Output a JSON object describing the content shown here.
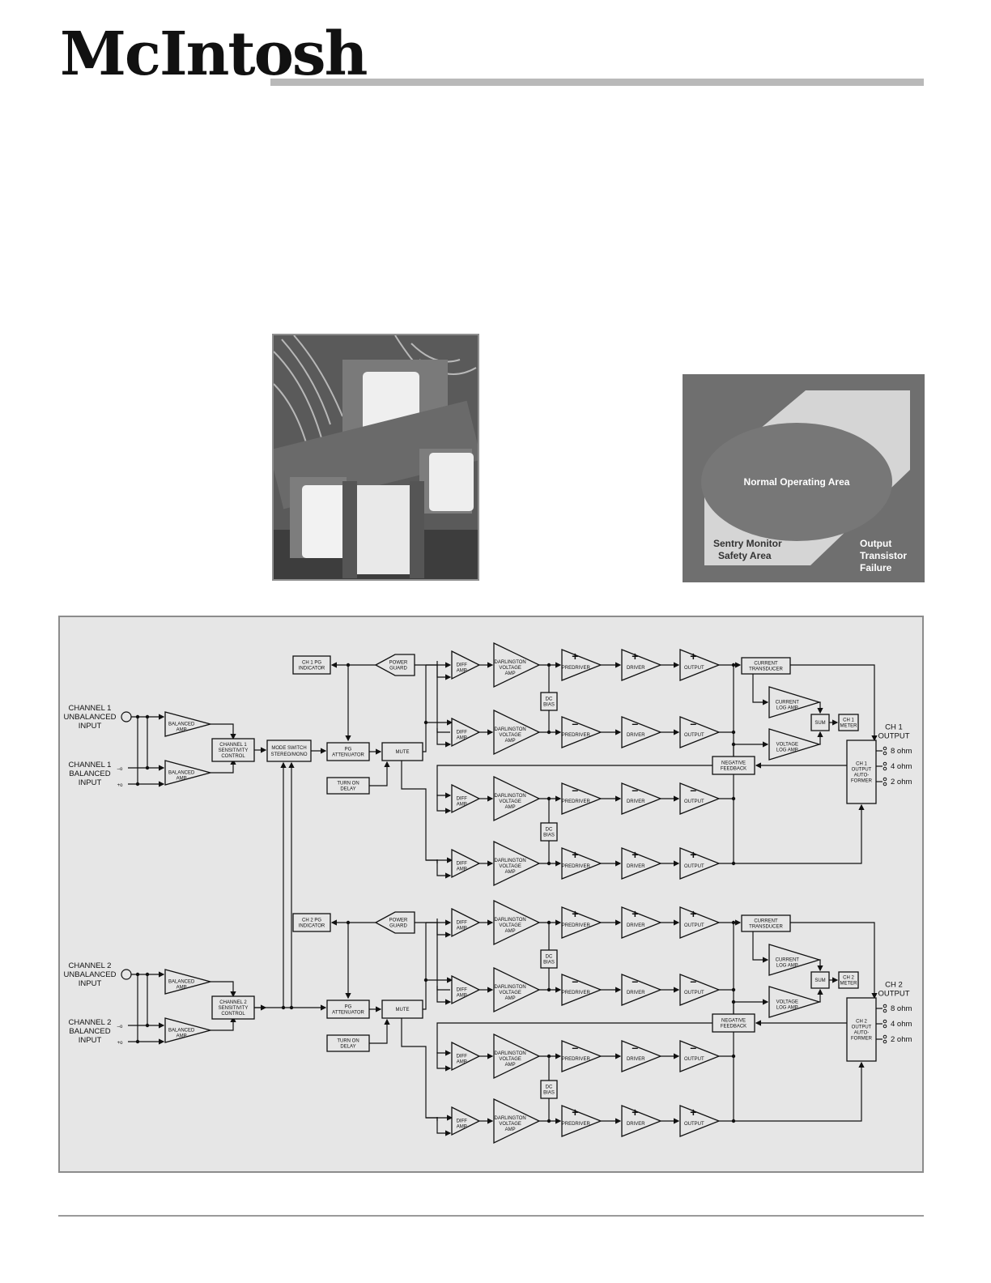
{
  "header": {
    "brand": "McIntosh"
  },
  "safe_operating_chart": {
    "center_label": "Normal Operating Area",
    "sentry_label_1": "Sentry Monitor",
    "sentry_label_2": "Safety Area",
    "failure_label_1": "Output",
    "failure_label_2": "Transistor",
    "failure_label_3": "Failure"
  },
  "block_diagram": {
    "channels": [
      {
        "unbalanced_1": "CHANNEL 1",
        "unbalanced_2": "UNBALANCED",
        "unbalanced_3": "INPUT",
        "balanced_1": "CHANNEL 1",
        "balanced_2": "BALANCED",
        "balanced_3": "INPUT",
        "balanced_amp_1": "BALANCED",
        "balanced_amp_2": "AMP",
        "sens_1": "CHANNEL 1",
        "sens_2": "SENSITIVITY",
        "sens_3": "CONTROL",
        "pg_ind_1": "CH 1 PG",
        "pg_ind_2": "INDICATOR",
        "power_guard_1": "POWER",
        "power_guard_2": "GUARD",
        "pg_att_1": "PG",
        "pg_att_2": "ATTENUATOR",
        "mute": "MUTE",
        "turn_on_1": "TURN ON",
        "turn_on_2": "DELAY",
        "diff_1": "DIFF",
        "diff_2": "AMP",
        "darl_1": "DARLINGTON",
        "darl_2": "VOLTAGE",
        "darl_3": "AMP",
        "dc_bias_1": "DC",
        "dc_bias_2": "BIAS",
        "predriver": "PREDRIVER",
        "driver": "DRIVER",
        "output": "OUTPUT",
        "current_tx_1": "CURRENT",
        "current_tx_2": "TRANSDUCER",
        "current_log_1": "CURRENT",
        "current_log_2": "LOG AMP",
        "voltage_log_1": "VOLTAGE",
        "voltage_log_2": "LOG AMP",
        "sum": "SUM",
        "meter_1": "CH 1",
        "meter_2": "METER",
        "neg_fb_1": "NEGATIVE",
        "neg_fb_2": "FEEDBACK",
        "autoformer_1": "CH 1",
        "autoformer_2": "OUTPUT",
        "autoformer_3": "AUTO-",
        "autoformer_4": "FORMER",
        "out_label_1": "CH 1",
        "out_label_2": "OUTPUT",
        "tap_8": "8 ohm",
        "tap_4": "4 ohm",
        "tap_2": "2 ohm"
      },
      {
        "unbalanced_1": "CHANNEL 2",
        "unbalanced_2": "UNBALANCED",
        "unbalanced_3": "INPUT",
        "balanced_1": "CHANNEL 2",
        "balanced_2": "BALANCED",
        "balanced_3": "INPUT",
        "balanced_amp_1": "BALANCED",
        "balanced_amp_2": "AMP",
        "sens_1": "CHANNEL 2",
        "sens_2": "SENSITIVITY",
        "sens_3": "CONTROL",
        "pg_ind_1": "CH 2 PG",
        "pg_ind_2": "INDICATOR",
        "power_guard_1": "POWER",
        "power_guard_2": "GUARD",
        "pg_att_1": "PG",
        "pg_att_2": "ATTENUATOR",
        "mute": "MUTE",
        "turn_on_1": "TURN ON",
        "turn_on_2": "DELAY",
        "diff_1": "DIFF",
        "diff_2": "AMP",
        "darl_1": "DARLINGTON",
        "darl_2": "VOLTAGE",
        "darl_3": "AMP",
        "dc_bias_1": "DC",
        "dc_bias_2": "BIAS",
        "predriver": "PREDRIVER",
        "driver": "DRIVER",
        "output": "OUTPUT",
        "current_tx_1": "CURRENT",
        "current_tx_2": "TRANSDUCER",
        "current_log_1": "CURRENT",
        "current_log_2": "LOG AMP",
        "voltage_log_1": "VOLTAGE",
        "voltage_log_2": "LOG AMP",
        "sum": "SUM",
        "meter_1": "CH 2",
        "meter_2": "METER",
        "neg_fb_1": "NEGATIVE",
        "neg_fb_2": "FEEDBACK",
        "autoformer_1": "CH 2",
        "autoformer_2": "OUTPUT",
        "autoformer_3": "AUTO-",
        "autoformer_4": "FORMER",
        "out_label_1": "CH 2",
        "out_label_2": "OUTPUT",
        "tap_8": "8 ohm",
        "tap_4": "4 ohm",
        "tap_2": "2 ohm"
      }
    ],
    "mode_switch_1": "MODE SWITCH",
    "mode_switch_2": "STEREO/MONO"
  }
}
